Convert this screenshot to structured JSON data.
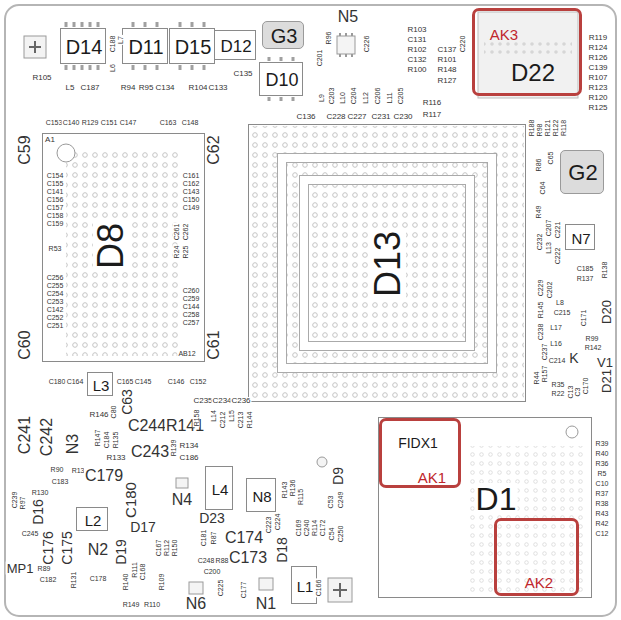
{
  "diagram": {
    "nodes": [
      {
        "text": [
          "D14"
        ]
      },
      {
        "text": [
          "D11"
        ]
      },
      {
        "text": [
          "D15"
        ]
      },
      {
        "text": [
          "D12"
        ]
      },
      {
        "text": [
          "G3"
        ]
      },
      {
        "text": [
          "D10"
        ]
      },
      {
        "text": [
          "AK3"
        ]
      },
      {
        "text": [
          "D22"
        ],
        "in": 6
      },
      {
        "text": [
          "D8"
        ]
      },
      {
        "text": [
          "D13"
        ]
      },
      {
        "text": [
          "G2"
        ]
      },
      {
        "text": [
          "N7"
        ]
      },
      {
        "text": [
          "L3"
        ]
      },
      {
        "text": [
          "L4"
        ]
      },
      {
        "text": [
          "N8"
        ]
      },
      {
        "text": [
          "L2"
        ]
      },
      {
        "text": [
          "L1"
        ]
      },
      {
        "text": [
          "D1"
        ]
      },
      {
        "text": [
          "FIDX1",
          "AK1"
        ],
        "in": 17
      },
      {
        "text": [
          "AK2"
        ],
        "in": 17
      }
    ],
    "labels": [
      "R105",
      "L5",
      "C187",
      "L6",
      "C188",
      "L7",
      "R94",
      "R95",
      "C134",
      "R104",
      "C133",
      "C135",
      "N5",
      "R96",
      "C201",
      "C226",
      "C220",
      "R103",
      "C131",
      "R102",
      "C132",
      "R100",
      "C137",
      "R101",
      "R148",
      "R127",
      "L9",
      "C203",
      "L10",
      "C204",
      "L12",
      "C206",
      "L11",
      "C205",
      "R116",
      "R117",
      "C136",
      "C228",
      "C227",
      "C231",
      "C230",
      "R119",
      "R124",
      "R126",
      "C139",
      "R107",
      "R123",
      "R120",
      "R125",
      "C153",
      "C140",
      "R129",
      "C151",
      "C147",
      "C163",
      "C148",
      "C59",
      "C62",
      "C60",
      "C61",
      "A1",
      "C154",
      "C155",
      "C141",
      "C156",
      "C157",
      "C158",
      "C159",
      "R53",
      "C256",
      "C255",
      "C254",
      "C253",
      "C142",
      "C252",
      "C251",
      "C161",
      "C162",
      "C143",
      "C150",
      "C149",
      "C260",
      "C259",
      "C144",
      "C258",
      "C257",
      "C261",
      "R24",
      "C262",
      "R25",
      "AB12",
      "C180",
      "C164",
      "C165",
      "C145",
      "C146",
      "C152",
      "R188",
      "R98",
      "R121",
      "R122",
      "R118",
      "R86",
      "C65",
      "C64",
      "R49",
      "C207",
      "C232",
      "L13",
      "C221",
      "C222",
      "C185",
      "R137",
      "R138",
      "C229",
      "C202",
      "L8",
      "C215",
      "R145",
      "C238",
      "C171",
      "L17",
      "L16",
      "C214",
      "K",
      "R99",
      "R142",
      "D20",
      "V1",
      "D21",
      "C237",
      "R44",
      "R157",
      "R35",
      "R22",
      "C13",
      "C3",
      "C170",
      "R39",
      "R40",
      "R36",
      "R5",
      "C10",
      "R37",
      "R38",
      "R43",
      "R42",
      "C12",
      "C241",
      "C242",
      "N3",
      "R147",
      "R146",
      "C80",
      "C63",
      "C184",
      "R135",
      "C244",
      "C243",
      "R141",
      "R158",
      "R139",
      "R134",
      "C186",
      "C235",
      "C234",
      "C236",
      "L14",
      "C212",
      "L15",
      "C213",
      "R144",
      "R90",
      "R132",
      "R133",
      "C183",
      "C179",
      "C180",
      "N4",
      "R130",
      "C239",
      "R97",
      "D16",
      "C245",
      "C176",
      "C175",
      "N2",
      "D17",
      "D19",
      "MP1",
      "R89",
      "C182",
      "R131",
      "C178",
      "C167",
      "R112",
      "R150",
      "R140",
      "R111",
      "C168",
      "R109",
      "R149",
      "R110",
      "D23",
      "C181",
      "R87",
      "C174",
      "C173",
      "C248",
      "R88",
      "C200",
      "C225",
      "C177",
      "N6",
      "N1",
      "D18",
      "C166",
      "C223",
      "C224",
      "R143",
      "R136",
      "R115",
      "C169",
      "C240",
      "R114",
      "C172",
      "C53",
      "C249",
      "C54",
      "C250",
      "D9"
    ]
  }
}
